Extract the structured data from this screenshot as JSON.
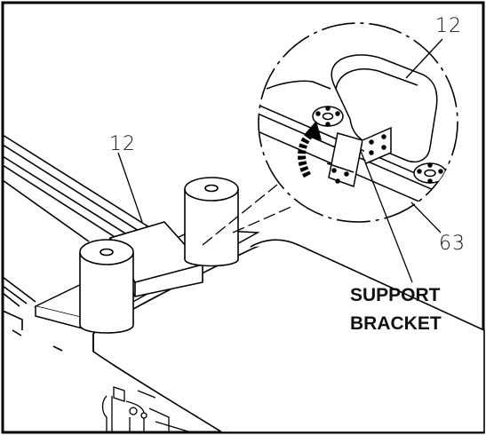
{
  "diagram": {
    "callouts": {
      "part_12_detail": "12",
      "part_12_main": "12",
      "part_63": "63"
    },
    "label": {
      "line1": "SUPPORT",
      "line2": "BRACKET"
    }
  }
}
